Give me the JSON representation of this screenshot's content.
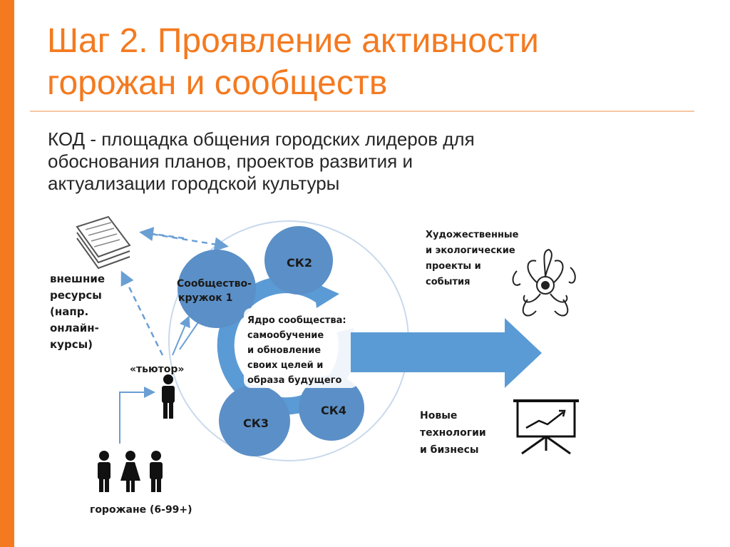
{
  "slide": {
    "title_line1": "Шаг 2. Проявление активности",
    "title_line2": "горожан и сообществ",
    "subtitle_line1": "КОД - площадка общения городских лидеров для",
    "subtitle_line2": "обоснования планов, проектов развития и",
    "subtitle_line3": "актуализации городской культуры"
  },
  "diagram": {
    "external_resources": [
      "внешние",
      "ресурсы",
      "(напр.",
      "онлайн-",
      "курсы)"
    ],
    "tutor": "«тьютор»",
    "citizens": "горожане (6-99+)",
    "circle_club1": [
      "Сообщество-",
      "кружок 1"
    ],
    "circle_sk2": "СК2",
    "circle_sk3": "СК3",
    "circle_sk4": "СК4",
    "core": [
      "Ядро сообщества:",
      "самообучение",
      "и обновление",
      "своих целей и",
      "образа будущего"
    ],
    "art_projects": [
      "Художественные",
      "и экологические",
      "проекты и",
      "события"
    ],
    "new_tech": [
      "Новые",
      "технологии",
      "и бизнесы"
    ]
  },
  "colors": {
    "accent": "#f47a20",
    "circle_fill": "#5b8fc7",
    "arrow_fill": "#5b9bd5",
    "dashed": "#6a9fd4"
  }
}
